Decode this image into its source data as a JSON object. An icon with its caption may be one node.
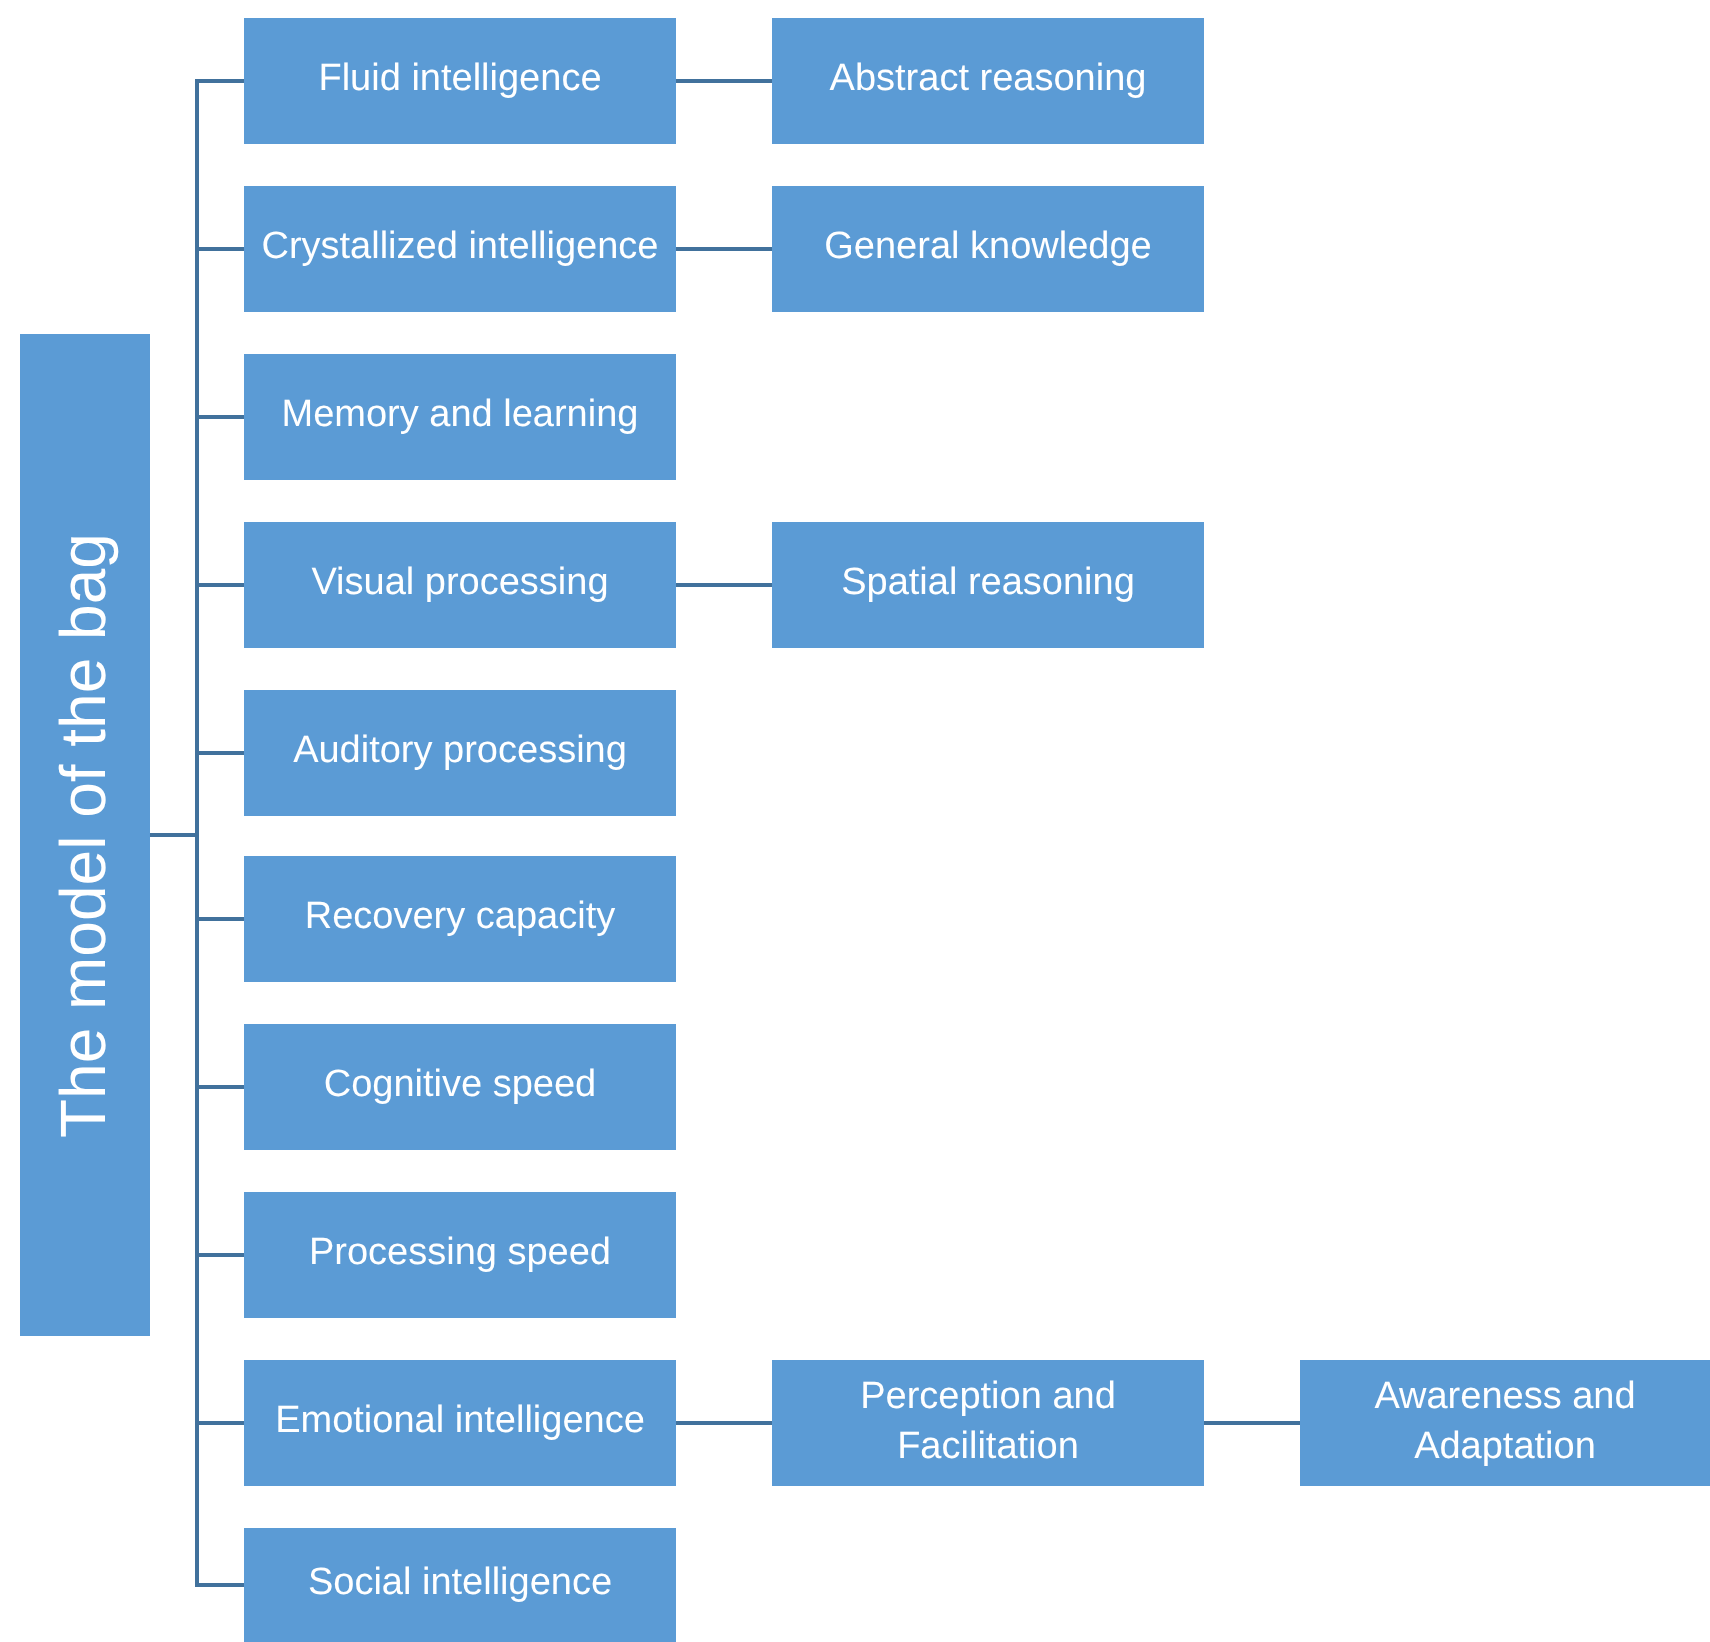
{
  "diagram": {
    "nodes": [
      {
        "text": [
          "The model of the bag"
        ]
      },
      {
        "text": [
          "Fluid intelligence"
        ]
      },
      {
        "text": [
          "Crystallized intelligence"
        ]
      },
      {
        "text": [
          "Memory and learning"
        ]
      },
      {
        "text": [
          "Visual processing"
        ]
      },
      {
        "text": [
          "Auditory processing"
        ]
      },
      {
        "text": [
          "Recovery capacity"
        ]
      },
      {
        "text": [
          "Cognitive speed"
        ]
      },
      {
        "text": [
          "Processing speed"
        ]
      },
      {
        "text": [
          "Emotional intelligence"
        ]
      },
      {
        "text": [
          "Social intelligence"
        ]
      },
      {
        "text": [
          "Abstract reasoning"
        ]
      },
      {
        "text": [
          "General knowledge"
        ]
      },
      {
        "text": [
          "Spatial reasoning"
        ]
      },
      {
        "text": [
          "Perception and Facilitation"
        ]
      },
      {
        "text": [
          "Awareness and Adaptation"
        ]
      }
    ],
    "edges": [
      {
        "from": 0,
        "to": 1,
        "arrow": "none"
      },
      {
        "from": 0,
        "to": 2,
        "arrow": "none"
      },
      {
        "from": 0,
        "to": 3,
        "arrow": "none"
      },
      {
        "from": 0,
        "to": 4,
        "arrow": "none"
      },
      {
        "from": 0,
        "to": 5,
        "arrow": "none"
      },
      {
        "from": 0,
        "to": 6,
        "arrow": "none"
      },
      {
        "from": 0,
        "to": 7,
        "arrow": "none"
      },
      {
        "from": 0,
        "to": 8,
        "arrow": "none"
      },
      {
        "from": 0,
        "to": 9,
        "arrow": "none"
      },
      {
        "from": 0,
        "to": 10,
        "arrow": "none"
      },
      {
        "from": 1,
        "to": 11,
        "arrow": "none"
      },
      {
        "from": 2,
        "to": 12,
        "arrow": "none"
      },
      {
        "from": 4,
        "to": 13,
        "arrow": "none"
      },
      {
        "from": 9,
        "to": 14,
        "arrow": "none"
      },
      {
        "from": 14,
        "to": 15,
        "arrow": "none"
      }
    ]
  }
}
